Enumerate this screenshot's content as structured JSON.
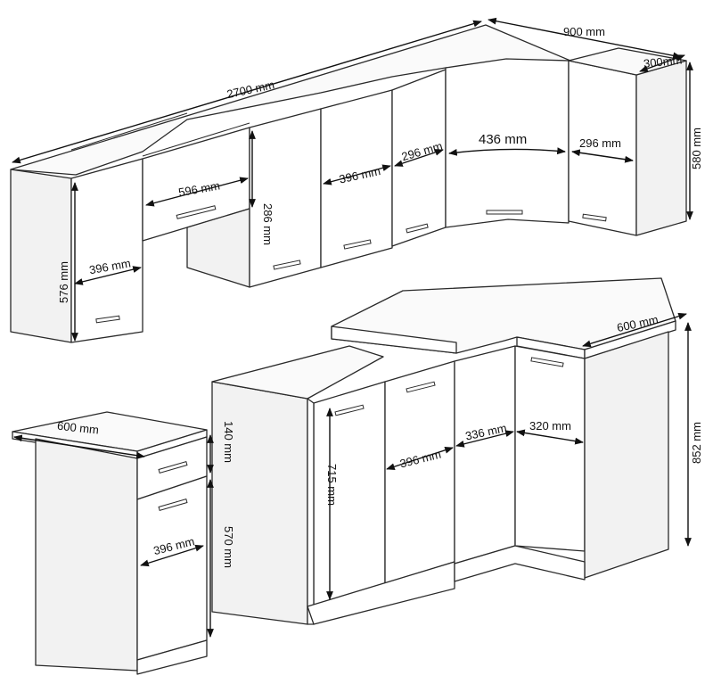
{
  "dimensions": {
    "upper_total_width": "2700 mm",
    "upper_corner_width": "900 mm",
    "upper_depth": "300mm",
    "upper_height_right": "580 mm",
    "upper_left_height": "576 mm",
    "upper_left_width": "396 mm",
    "upper_hood_width": "596 mm",
    "upper_hood_height": "286 mm",
    "upper_mid_width": "396 mm",
    "upper_narrow_width": "296 mm",
    "upper_corner_front": "436 mm",
    "upper_right_width": "296 mm",
    "base_depth_corner": "600 mm",
    "base_height": "852 mm",
    "base_tall_height": "715 mm",
    "base_door_width": "396 mm",
    "base_corner_left": "336 mm",
    "base_corner_right": "320 mm",
    "drawer_unit_depth": "600 mm",
    "drawer_height": "140 mm",
    "drawer_unit_door_height": "570 mm",
    "drawer_unit_width": "396 mm"
  }
}
